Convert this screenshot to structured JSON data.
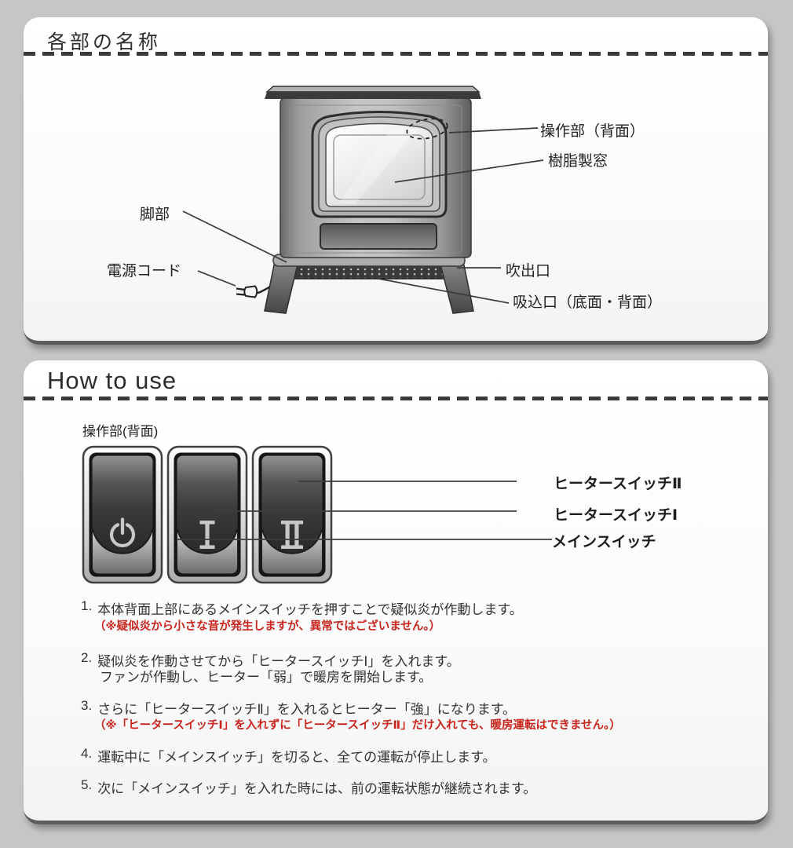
{
  "colors": {
    "page_bg": "#c6c6c6",
    "panel_bg": "#fbfbfb",
    "accent_red": "#c9241d",
    "text": "#2b2b2b",
    "dash_rule": "#3a3a3a"
  },
  "parts_panel": {
    "title": "各部の名称",
    "labels": {
      "control_rear": "操作部（背面）",
      "resin_window": "樹脂製窓",
      "legs": "脚部",
      "power_cord": "電源コード",
      "air_outlet": "吹出口",
      "air_intake": "吸込口（底面・背面）"
    }
  },
  "howto_panel": {
    "title": "How to use",
    "control_caption": "操作部(背面)",
    "switch_icons": {
      "main": "power-icon",
      "heater1": "roman-numeral-one-icon",
      "heater2": "roman-numeral-two-icon"
    },
    "switch_labels": {
      "heater2": "ヒータースイッチⅡ",
      "heater1": "ヒータースイッチⅠ",
      "main": "メインスイッチ"
    },
    "steps": {
      "s1": {
        "num": "1.",
        "text": "本体背面上部にあるメインスイッチを押すことで疑似炎が作動します。",
        "note": "（※疑似炎から小さな音が発生しますが、異常ではございません。）"
      },
      "s2": {
        "num": "2.",
        "text": "疑似炎を作動させてから「ヒータースイッチⅠ」を入れます。",
        "text2": "ファンが作動し、ヒーター「弱」で暖房を開始します。"
      },
      "s3": {
        "num": "3.",
        "text": "さらに「ヒータースイッチⅡ」を入れるとヒーター「強」になります。",
        "note": "（※「ヒータースイッチⅠ」を入れずに「ヒータースイッチⅡ」だけ入れても、暖房運転はできません。）"
      },
      "s4": {
        "num": "4.",
        "text": "運転中に「メインスイッチ」を切ると、全ての運転が停止します。"
      },
      "s5": {
        "num": "5.",
        "text": "次に「メインスイッチ」を入れた時には、前の運転状態が継続されます。"
      }
    }
  }
}
